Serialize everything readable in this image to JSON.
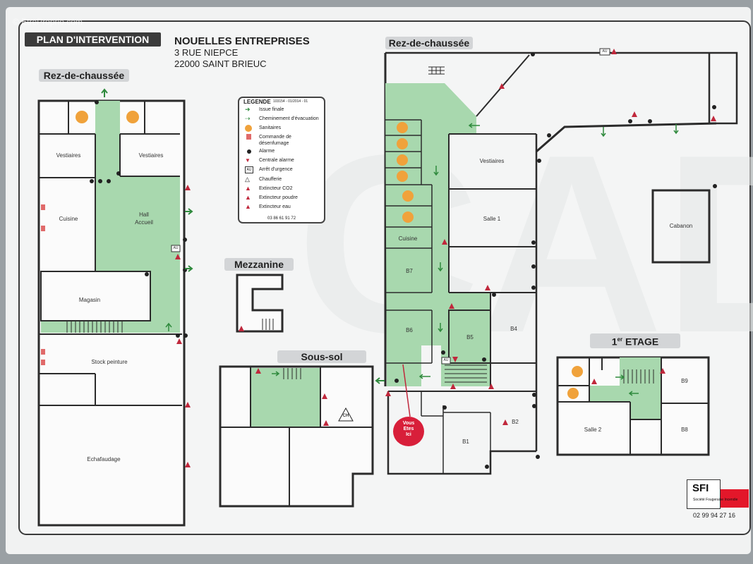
{
  "watermark": "© EtreProprio.com",
  "header": {
    "plan_title": "PLAN D'INTERVENTION",
    "company": "NOUELLES ENTREPRISES",
    "address_line1": "3 RUE NIEPCE",
    "address_line2": "22000 SAINT BRIEUC"
  },
  "sections": {
    "rdc_left": "Rez-de-chaussée",
    "rdc_right": "Rez-de-chaussée",
    "mezzanine": "Mezzanine",
    "sous_sol": "Sous-sol",
    "etage_prefix": "1",
    "etage_sup": "er",
    "etage_suffix": " ETAGE"
  },
  "legend": {
    "title": "LEGENDE",
    "code": "103154 - 01/2014 - 01",
    "items": [
      {
        "label": "Issue finale",
        "icon": "exit-arrow-icon"
      },
      {
        "label": "Cheminement d'évacuation",
        "icon": "evacuation-path-icon"
      },
      {
        "label": "Sanitaires",
        "icon": "toilet-icon"
      },
      {
        "label": "Commande de désenfumage",
        "icon": "smoke-control-icon"
      },
      {
        "label": "Alarme",
        "icon": "alarm-icon"
      },
      {
        "label": "Centrale alarme",
        "icon": "alarm-panel-icon"
      },
      {
        "label": "Arrêt d'urgence",
        "icon": "emergency-stop-icon"
      },
      {
        "label": "Chaufferie",
        "icon": "boiler-room-icon"
      },
      {
        "label": "Extincteur CO2",
        "icon": "extinguisher-co2-icon"
      },
      {
        "label": "Extincteur poudre",
        "icon": "extinguisher-powder-icon"
      },
      {
        "label": "Extincteur eau",
        "icon": "extinguisher-water-icon"
      }
    ],
    "footer": "03 86 61 91 72"
  },
  "rooms": {
    "vestiaires_a": "Vestiaires",
    "vestiaires_b": "Vestiaires",
    "cuisine_l": "Cuisine",
    "hall": "Hall",
    "accueil": "Accueil",
    "magasin": "Magasin",
    "stock": "Stock peinture",
    "echafaudage": "Echafaudage",
    "vestiaires_r": "Vestiaires",
    "salle1": "Salle 1",
    "cuisine_r": "Cuisine",
    "b7": "B7",
    "b6": "B6",
    "b5": "B5",
    "b4": "B4",
    "b1": "B1",
    "b2": "B2",
    "cabanon": "Cabanon",
    "b9": "B9",
    "b8": "B8",
    "salle2": "Salle 2"
  },
  "badges": {
    "au": "AU",
    "ch": "CH"
  },
  "you_are_here": [
    "Vous",
    "Etes",
    "Ici"
  ],
  "company_logo": {
    "name": "SFI",
    "tagline": "Société Fougeraise Incendie"
  },
  "phone": "02 99 94 27 16",
  "colors": {
    "evacuation_green": "#a8d8ae",
    "wall": "#2b2b2b",
    "alarm_red": "#d81f3a",
    "board": "#f2f3f3"
  }
}
